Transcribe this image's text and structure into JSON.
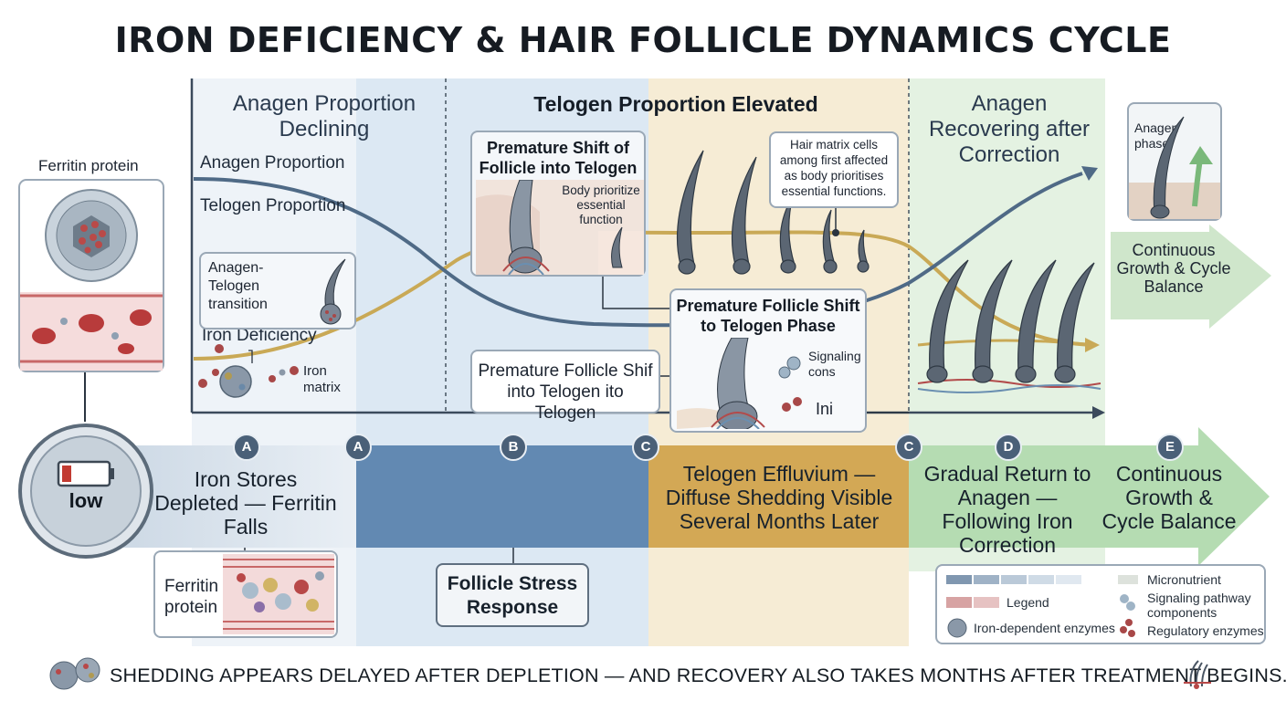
{
  "title": "IRON DEFICIENCY & HAIR FOLLICLE DYNAMICS CYCLE",
  "chart": {
    "phase_labels": {
      "anagen_declining": "Anagen Proportion Declining",
      "telogen_elevated": "Telogen Proportion Elevated",
      "anagen_recovering": "Anagen Recovering after Correction"
    },
    "series_labels": {
      "anagen": "Anagen Proportion",
      "telogen": "Telogen Proportion",
      "iron": "Iron Deficiency"
    },
    "callouts": {
      "transition": "Anagen-Telogen transition",
      "iron_matrix": "Iron matrix",
      "premature_shift_title": "Premature Shift of Follicle into Telogen",
      "body_prioritize": "Body prioritize essential function",
      "matrix_cells": "Hair matrix cells among first affected as body prioritises essential functions.",
      "follicle_shift_title": "Premature Follicle Shift to Telogen Phase",
      "signaling": "Signaling cons",
      "ini": "Ini",
      "premature_shif": "Premature Follicle Shif into Telogen ito Telogen",
      "anagen_phase": "Anagen phase",
      "continuous_top": "Continuous Growth & Cycle Balance"
    }
  },
  "left_panel": {
    "ferritin_title": "Ferritin protein",
    "battery_label": "low",
    "ferritin_box": "Ferritin protein"
  },
  "stages": [
    {
      "badge": "A",
      "text": "Iron Stores Depleted — Ferritin Falls"
    },
    {
      "badge": "A",
      "text": ""
    },
    {
      "badge": "B",
      "text": "Follicle Stress Response"
    },
    {
      "badge": "C",
      "text": "Telogen Effluvium — Diffuse Shedding Visible Several Months Later"
    },
    {
      "badge": "C",
      "text": ""
    },
    {
      "badge": "D",
      "text": "Gradual Return to Anagen — Following Iron Correction"
    },
    {
      "badge": "E",
      "text": "Continuous Growth & Cycle Balance"
    }
  ],
  "legend": {
    "legend": "Legend",
    "micronutrient": "Micronutrient",
    "signaling": "Signaling pathway components",
    "iron_enzymes": "Iron-dependent enzymes",
    "regulatory": "Regulatory enzymes"
  },
  "footer": "SHEDDING APPEARS DELAYED AFTER DEPLETION — AND RECOVERY ALSO TAKES MONTHS AFTER TREATMENT BEGINS.",
  "colors": {
    "anagen_line": "#4f6a86",
    "telogen_line": "#c9a956",
    "blue_band": "#dbe7f2",
    "gold_band": "#f4e9cf",
    "green_band": "#dff0df",
    "stage_blue": "#5f84ad",
    "stage_gold": "#d3a855",
    "stage_green": "#a7d3a5"
  }
}
